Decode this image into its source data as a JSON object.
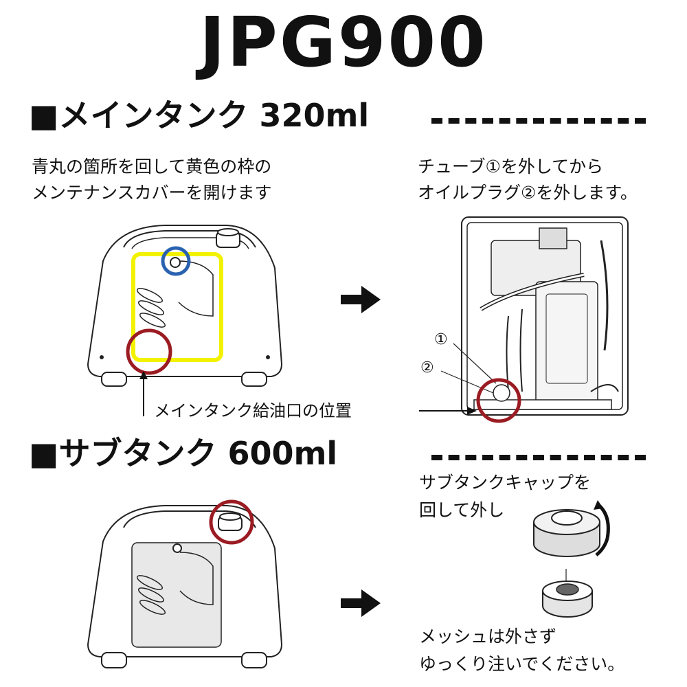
{
  "title": "JPG900",
  "main_tank": {
    "heading": "■メインタンク 320ml",
    "step1_lines": [
      "青丸の箇所を回して黄色の枠の",
      "メンテナンスカバーを開けます"
    ],
    "step2_lines": [
      "チューブ①を外してから",
      "オイルプラグ②を外します。"
    ],
    "marker_1": "①",
    "marker_2": "②",
    "fill_port_label": "メインタンク給油口の位置"
  },
  "sub_tank": {
    "heading": "■サブタンク 600ml",
    "step1_lines": [
      "サブタンクキャップを",
      "回して外し"
    ],
    "step2_lines": [
      "メッシュは外さず",
      "ゆっくり注いでください。"
    ]
  },
  "colors": {
    "blue_circle": "#2a62b0",
    "red_circle": "#9b1b22",
    "yellow_frame": "#f2f200"
  },
  "icons": [
    "arrow-right-icon",
    "rotate-arrow-icon"
  ]
}
